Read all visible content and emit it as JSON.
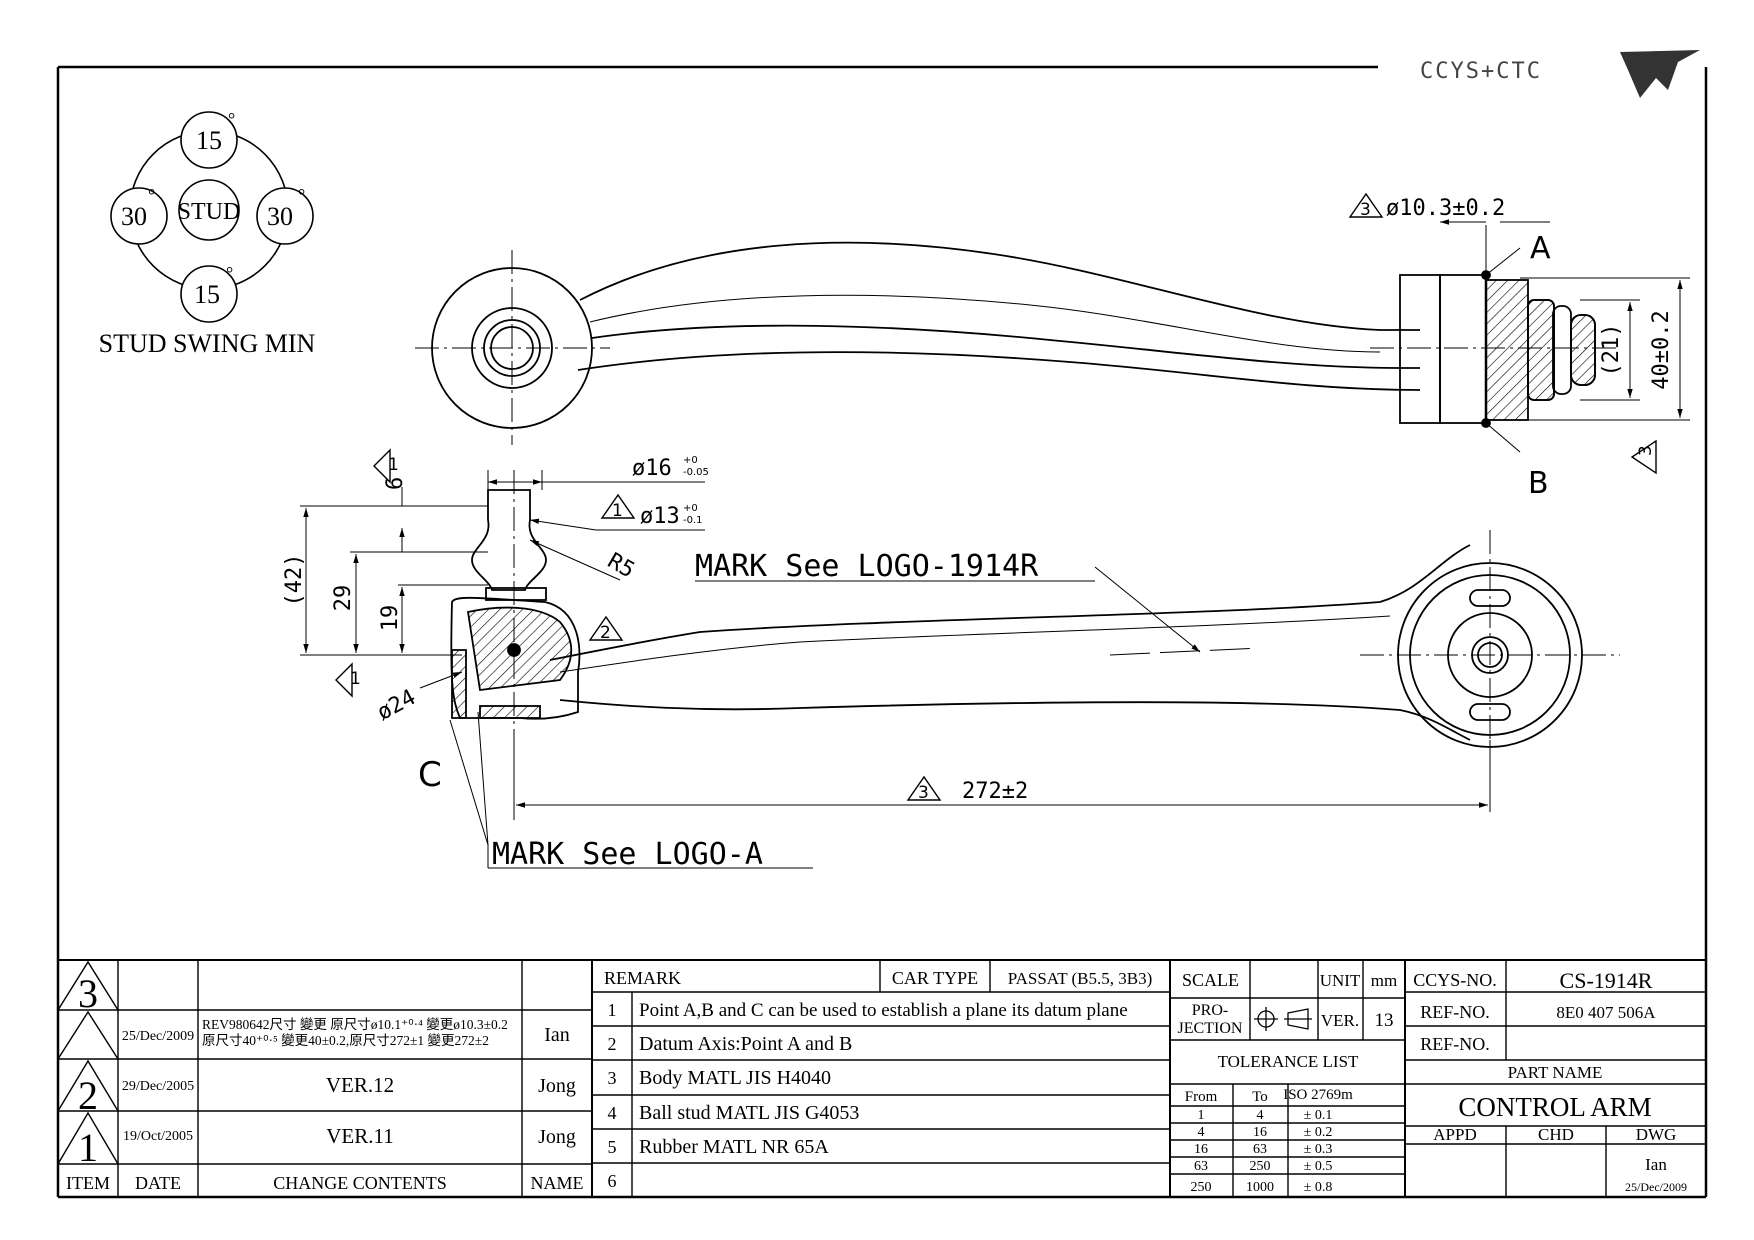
{
  "brand": {
    "logo_text": "CCYS+CTC"
  },
  "stud_swing": {
    "top": "15",
    "bottom": "15",
    "left": "30",
    "right": "30",
    "center": "STUD",
    "degree": "°",
    "caption": "STUD SWING MIN"
  },
  "drawing": {
    "dia_a": "ø10.3±0.2",
    "point_a": "A",
    "point_b": "B",
    "point_c": "C",
    "dim_21": "(21)",
    "dim_40": "40±0.2",
    "dia_16": "ø16",
    "dia_16_tol_upper": "+0",
    "dia_16_tol_lower": "-0.05",
    "dia_13": "ø13",
    "dia_13_tol_upper": "+0",
    "dia_13_tol_lower": "-0.1",
    "r5": "R5",
    "dim_6": "6",
    "dim_42": "(42)",
    "dim_29": "29",
    "dim_19": "19",
    "dia_24": "ø24",
    "mark_1914r": "MARK See LOGO-1914R",
    "mark_a": "MARK See LOGO-A",
    "length": "272±2",
    "rev3": "3",
    "rev1": "1",
    "rev2": "2"
  },
  "revisions": {
    "headers": {
      "item": "ITEM",
      "date": "DATE",
      "change": "CHANGE CONTENTS",
      "name": "NAME"
    },
    "rows": [
      {
        "item": "3",
        "date": "25/Dec/2009",
        "change_l1": "REV980642尺寸 變更 原尺寸ø10.1⁺⁰·⁴ 變更ø10.3±0.2",
        "change_l2": "原尺寸40⁺⁰·⁵ 變更40±0.2,原尺寸272±1 變更272±2",
        "name": "Ian"
      },
      {
        "item": "2",
        "date": "29/Dec/2005",
        "change": "VER.12",
        "name": "Jong"
      },
      {
        "item": "1",
        "date": "19/Oct/2005",
        "change": "VER.11",
        "name": "Jong"
      }
    ]
  },
  "remark": {
    "header": "REMARK",
    "car_type_label": "CAR TYPE",
    "car_type": "PASSAT (B5.5, 3B3)",
    "items": [
      {
        "n": "1",
        "text": "Point A,B and C can be used to establish a plane its datum plane"
      },
      {
        "n": "2",
        "text": "Datum Axis:Point A and B"
      },
      {
        "n": "3",
        "text": "Body MATL JIS H4040"
      },
      {
        "n": "4",
        "text": "Ball stud MATL JIS G4053"
      },
      {
        "n": "5",
        "text": "Rubber MATL NR 65A"
      },
      {
        "n": "6",
        "text": ""
      }
    ]
  },
  "title_block": {
    "scale_label": "SCALE",
    "unit_label": "UNIT",
    "unit": "mm",
    "projection_label_1": "PRO-",
    "projection_label_2": "JECTION",
    "ver_label": "VER.",
    "ver": "13",
    "tolerance_title": "TOLERANCE LIST",
    "tol_headers": {
      "from": "From",
      "to": "To",
      "iso": "ISO 2769m"
    },
    "tolerances": [
      {
        "from": "1",
        "to": "4",
        "tol": "± 0.1"
      },
      {
        "from": "4",
        "to": "16",
        "tol": "± 0.2"
      },
      {
        "from": "16",
        "to": "63",
        "tol": "± 0.3"
      },
      {
        "from": "63",
        "to": "250",
        "tol": "± 0.5"
      },
      {
        "from": "250",
        "to": "1000",
        "tol": "± 0.8"
      }
    ],
    "ccys_no_label": "CCYS-NO.",
    "ccys_no": "CS-1914R",
    "ref_no_label": "REF-NO.",
    "ref_no": "8E0 407 506A",
    "ref_no2_label": "REF-NO.",
    "ref_no2": "",
    "part_name_label": "PART NAME",
    "part_name": "CONTROL ARM",
    "appd_label": "APPD",
    "chd_label": "CHD",
    "dwg_label": "DWG",
    "dwg_name": "Ian",
    "dwg_date": "25/Dec/2009"
  }
}
